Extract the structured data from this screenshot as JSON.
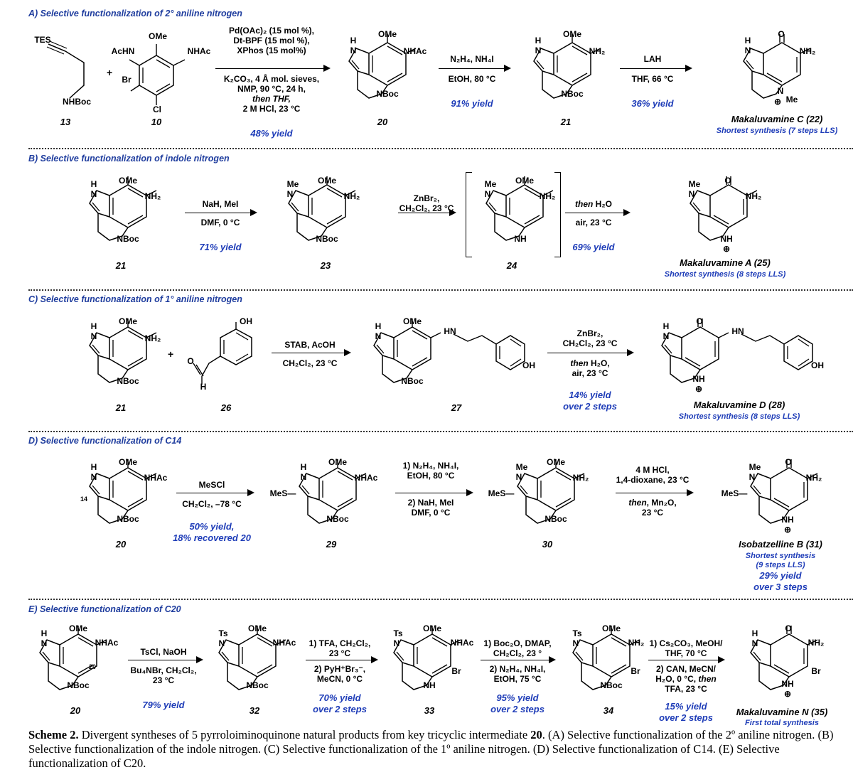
{
  "sections": {
    "A": {
      "title": "A) Selective functionalization of 2° aniline nitrogen"
    },
    "B": {
      "title": "B) Selective functionalization of indole nitrogen"
    },
    "C": {
      "title": "C) Selective functionalization of 1° aniline nitrogen"
    },
    "D": {
      "title": "D) Selective functionalization of C14"
    },
    "E": {
      "title": "E) Selective functionalization of C20"
    }
  },
  "labels": {
    "OMe": "OMe",
    "NHAc": "NHAc",
    "AcHN": "AcHN",
    "NH2": "NH₂",
    "NBoc": "NBoc",
    "NHBoc": "NHBoc",
    "TES": "TES",
    "Br": "Br",
    "Cl": "Cl",
    "H": "H",
    "N": "N",
    "Me": "Me",
    "O": "O",
    "OH": "OH",
    "NH": "NH",
    "Ts": "Ts",
    "MeS": "MeS—",
    "plus": "+",
    "charge": "⊕",
    "c14": "14",
    "c20": "20"
  },
  "A": {
    "c13": "13",
    "c10": "10",
    "c20": "20",
    "c21": "21",
    "cond1": [
      "Pd(OAc)₂ (15 mol %),",
      "Dt-BPF (15 mol %),",
      "XPhos (15 mol%)",
      "K₂CO₃, 4 Å mol. sieves,",
      "NMP, 90 °C, 24 h,",
      "then THF,",
      "2 M HCl, 23 °C"
    ],
    "yield1": "48% yield",
    "cond2": [
      "N₂H₄, NH₄I",
      "EtOH, 80 °C"
    ],
    "yield2": "91% yield",
    "cond3": [
      "LAH",
      "THF, 66 °C"
    ],
    "yield3": "36% yield",
    "product": "Makaluvamine C (22)",
    "note": "Shortest synthesis (7 steps LLS)"
  },
  "B": {
    "c21": "21",
    "c23": "23",
    "c24": "24",
    "cond1": [
      "NaH, MeI",
      "DMF, 0 °C"
    ],
    "yield1": "71% yield",
    "cond2": [
      "ZnBr₂,",
      "CH₂Cl₂, 23 °C"
    ],
    "cond3": [
      "then H₂O",
      "air, 23 °C"
    ],
    "yield3": "69% yield",
    "product": "Makaluvamine A (25)",
    "note": "Shortest synthesis (8 steps LLS)"
  },
  "C": {
    "c21": "21",
    "c26": "26",
    "c27": "27",
    "cond1": [
      "STAB, AcOH",
      "CH₂Cl₂, 23 °C"
    ],
    "cond2": [
      "ZnBr₂,",
      "CH₂Cl₂, 23 °C",
      "then H₂O,",
      "air, 23 °C"
    ],
    "yield2": [
      "14% yield",
      "over 2 steps"
    ],
    "product": "Makaluvamine D (28)",
    "note": "Shortest synthesis (8 steps LLS)"
  },
  "D": {
    "c20": "20",
    "c29": "29",
    "c30": "30",
    "cond1": [
      "MeSCl",
      "CH₂Cl₂, –78 °C"
    ],
    "yield1": [
      "50% yield,",
      "18% recovered 20"
    ],
    "cond2": [
      "1) N₂H₄, NH₄I,",
      "EtOH, 80 °C",
      "2) NaH, MeI",
      "DMF, 0 °C"
    ],
    "cond3": [
      "4 M HCl,",
      "1,4-dioxane, 23 °C",
      "then, Mn₂O,",
      "23 °C"
    ],
    "product": "Isobatzelline B (31)",
    "note": [
      "Shortest synthesis",
      "(9 steps LLS)"
    ],
    "yield3": [
      "29% yield",
      "over 3 steps"
    ]
  },
  "E": {
    "c20": "20",
    "c32": "32",
    "c33": "33",
    "c34": "34",
    "cond1": [
      "TsCl, NaOH",
      "Bu₄NBr, CH₂Cl₂,",
      "23 °C"
    ],
    "yield1": "79% yield",
    "cond2": [
      "1) TFA, CH₂Cl₂,",
      "23 °C",
      "2) PyH⁺Br₃⁻,",
      "MeCN, 0 °C"
    ],
    "yield2": [
      "70% yield",
      "over 2 steps"
    ],
    "cond3": [
      "1) Boc₂O, DMAP,",
      "CH₂Cl₂, 23 °",
      "2) N₂H₄, NH₄I,",
      "EtOH, 75 °C"
    ],
    "yield3": [
      "95% yield",
      "over 2 steps"
    ],
    "cond4": [
      "1) Cs₂CO₃, MeOH/",
      "THF, 70 °C",
      "2) CAN, MeCN/",
      "H₂O, 0 °C, then",
      "TFA, 23 °C"
    ],
    "yield4": [
      "15% yield",
      "over 2 steps"
    ],
    "product": "Makaluvamine N (35)",
    "note": "First total synthesis"
  },
  "caption": {
    "label": "Scheme 2.",
    "text": " Divergent syntheses of 5 pyrroloiminoquinone natural products from key tricyclic intermediate ",
    "bold_num": "20",
    "text2": ". (A) Selective functionalization of the 2º aniline nitrogen. (B) Selective functionalization of the indole nitrogen. (C) Selective functionalization of the 1º aniline nitrogen. (D) Selective functionalization of C14. (E) Selective functionalization of C20."
  }
}
